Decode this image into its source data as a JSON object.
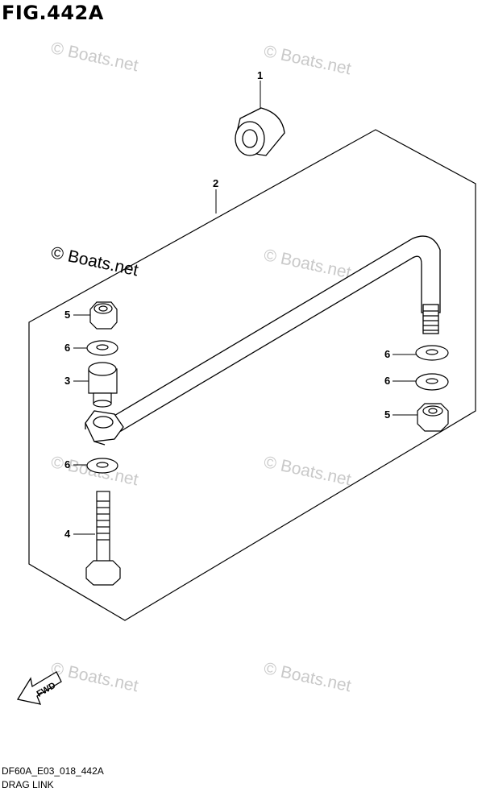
{
  "figure": {
    "title": "FIG.442A"
  },
  "callouts": [
    "1",
    "2",
    "5",
    "6",
    "3",
    "6",
    "4",
    "6",
    "6",
    "5"
  ],
  "watermark": {
    "text": "© Boats.net"
  },
  "fwd_label": "FWD",
  "footer": {
    "code": "DF60A_E03_018_442A",
    "name": "DRAG LINK"
  }
}
